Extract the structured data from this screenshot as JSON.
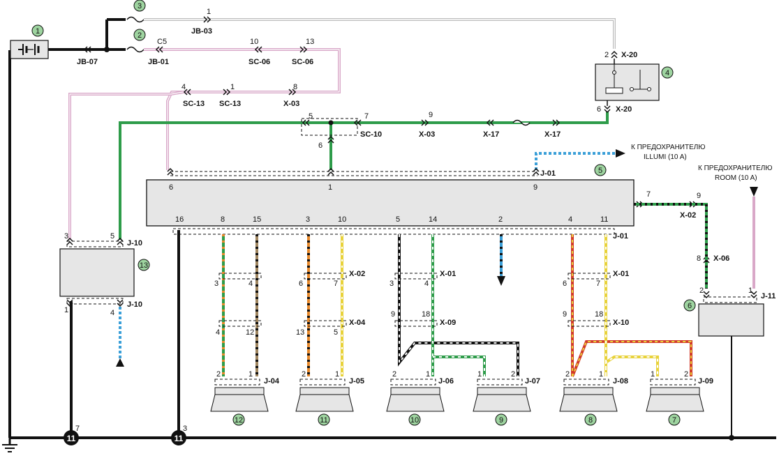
{
  "callouts": [
    "1",
    "2",
    "3",
    "4",
    "5",
    "6",
    "7",
    "8",
    "9",
    "10",
    "11",
    "12",
    "13"
  ],
  "ground": [
    "11",
    "11"
  ],
  "notes": {
    "illumi": [
      "К ПРЕДОХРАНИТЕЛЮ",
      "ILLUMI (10 A)"
    ],
    "room": [
      "К ПРЕДОХРАНИТЕЛЮ",
      "ROOM (10 A)"
    ]
  },
  "connectors": {
    "jb03": "JB-03",
    "jb07": "JB-07",
    "jb01": "JB-01",
    "sc06a": "SC-06",
    "sc06b": "SC-06",
    "x20a": "X-20",
    "x20b": "X-20",
    "sc13a": "SC-13",
    "sc13b": "SC-13",
    "x03a": "X-03",
    "sc10": "SC-10",
    "x03b": "X-03",
    "x17a": "X-17",
    "x17b": "X-17",
    "j01a": "J-01",
    "j01b": "J-01",
    "x02a": "X-02",
    "x06": "X-06",
    "j11": "J-11",
    "j10a": "J-10",
    "j10b": "J-10",
    "x02b": "X-02",
    "x04": "X-04",
    "x01a": "X-01",
    "x09": "X-09",
    "x01b": "X-01",
    "x10": "X-10",
    "j04": "J-04",
    "j05": "J-05",
    "j06": "J-06",
    "j07": "J-07",
    "j08": "J-08",
    "j09": "J-09"
  },
  "pins": {
    "p_jb03": "1",
    "p_c5": "C5",
    "p_sc06a": "10",
    "p_sc06b": "13",
    "p_x20a": "2",
    "p_x20b": "6",
    "p_sc13a": "4",
    "p_sc13b": "1",
    "p_x03a": "8",
    "p_sc10a": "5",
    "p_sc10b": "7",
    "p_sc10c": "6",
    "p_x03b": "9",
    "u_top6": "6",
    "u_top1": "1",
    "u_top9": "9",
    "u_b16": "16",
    "u_b8": "8",
    "u_b15": "15",
    "u_b3": "3",
    "u_b10": "10",
    "u_b5": "5",
    "u_b14": "14",
    "u_b2": "2",
    "u_b4": "4",
    "u_b11": "11",
    "u_r7": "7",
    "x02_9": "9",
    "x06_8": "8",
    "j11_2": "2",
    "j11_1": "1",
    "j10_3": "3",
    "j10_5": "5",
    "j10_1": "1",
    "j10_4": "4",
    "r1_3": "3",
    "r1_4": "4",
    "r1_6": "6",
    "r1_7": "7",
    "r1_3b": "3",
    "r1_4b": "4",
    "r1_6b": "6",
    "r1_7b": "7",
    "r2_4": "4",
    "r2_12": "12",
    "r2_13": "13",
    "r2_5": "5",
    "r2_9": "9",
    "r2_18": "18",
    "r2_9b": "9",
    "r2_18b": "18",
    "s_2a": "2",
    "s_1a": "1",
    "s_2b": "2",
    "s_1b": "1",
    "s_2c": "2",
    "s_1c": "1",
    "s_1d": "1",
    "s_2d": "2",
    "s_2e": "2",
    "s_1e": "1",
    "s_1f": "1",
    "s_2f": "2",
    "g7": "7",
    "g3": "3"
  },
  "colors": {
    "ground": "#111111",
    "pink": "#d9a8c8",
    "green": "#2e9c4a",
    "grey": "#bdbdbd",
    "blue": "#3a9fd8",
    "yellow": "#e8d23a",
    "orange": "#e8892a",
    "brown": "#a08660",
    "red": "#d23a2a",
    "callout": "#9ed4a0"
  }
}
